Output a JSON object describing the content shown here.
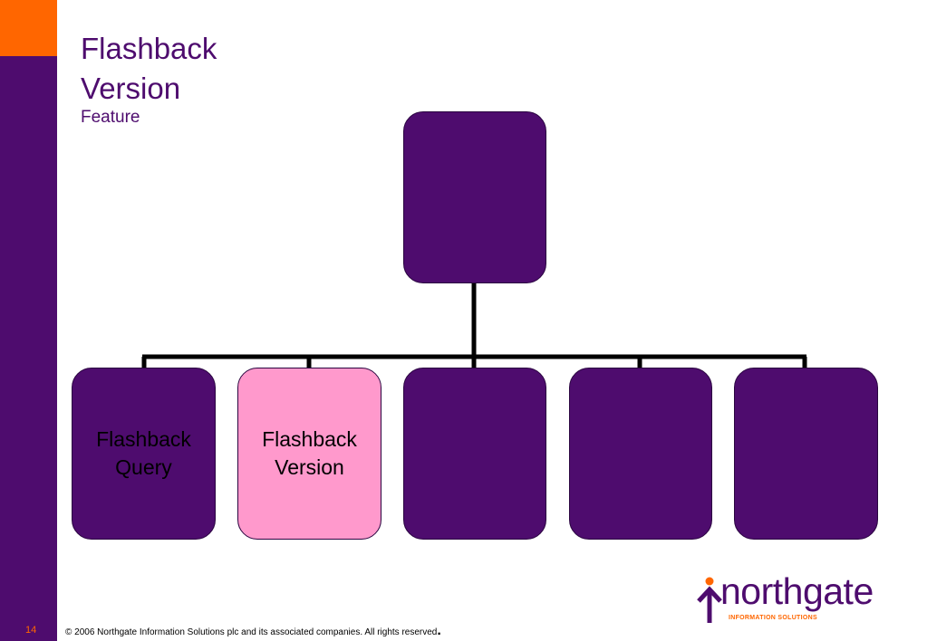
{
  "slide": {
    "page_number": "14",
    "title_line1": "Flashback",
    "title_line2": "Version",
    "subtitle": "Feature"
  },
  "diagram": {
    "root": {
      "label": ""
    },
    "children": [
      {
        "label": "Flashback\nQuery",
        "highlight": false
      },
      {
        "label": "Flashback\nVersion",
        "highlight": true
      },
      {
        "label": "",
        "highlight": false
      },
      {
        "label": "",
        "highlight": false
      },
      {
        "label": "",
        "highlight": false
      }
    ]
  },
  "footer": {
    "copyright": "© 2006 Northgate Information Solutions plc and its associated companies.  All rights reserved",
    "dot": "."
  },
  "logo": {
    "wordmark": "northgate",
    "tagline": "INFORMATION SOLUTIONS",
    "icon": "up-arrow-person-icon"
  },
  "colors": {
    "purple": "#4e0c6e",
    "orange": "#ff6600",
    "pink": "#ff99cc"
  }
}
